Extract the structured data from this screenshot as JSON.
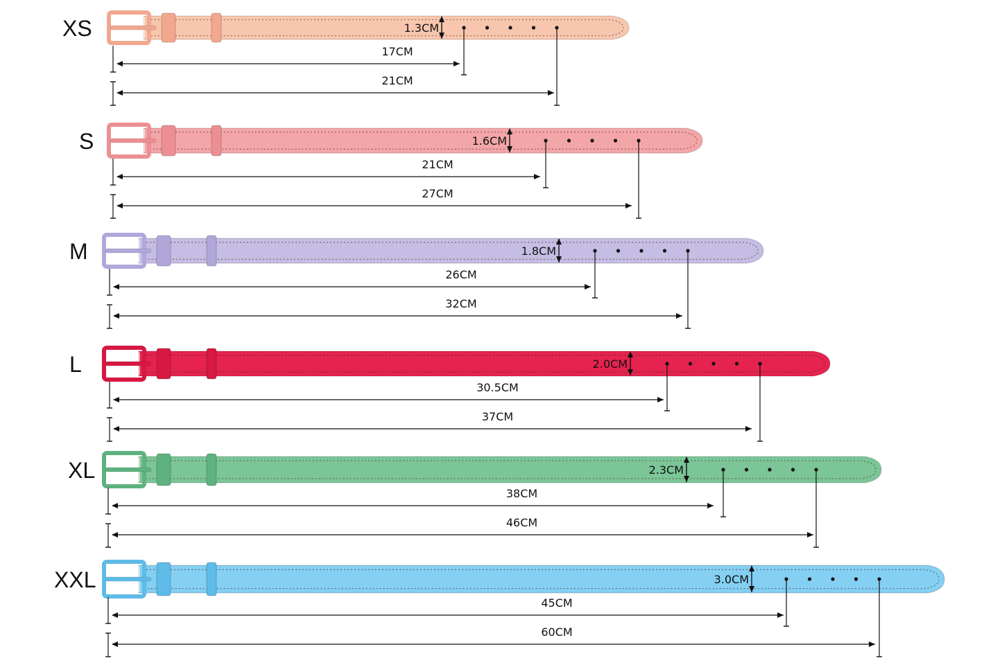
{
  "belts": [
    {
      "size": "XS",
      "color": "#f8c6ae",
      "buckle_color": "#f1a88e",
      "width_label": "1.3CM",
      "short_label": "17CM",
      "long_label": "21CM"
    },
    {
      "size": "S",
      "color": "#f3a6a8",
      "buckle_color": "#ec8f93",
      "width_label": "1.6CM",
      "short_label": "21CM",
      "long_label": "27CM"
    },
    {
      "size": "M",
      "color": "#c5bde3",
      "buckle_color": "#b1a7da",
      "width_label": "1.8CM",
      "short_label": "26CM",
      "long_label": "32CM"
    },
    {
      "size": "L",
      "color": "#e5234e",
      "buckle_color": "#d61842",
      "width_label": "2.0CM",
      "short_label": "30.5CM",
      "long_label": "37CM"
    },
    {
      "size": "XL",
      "color": "#7bc596",
      "buckle_color": "#5eb27f",
      "width_label": "2.3CM",
      "short_label": "38CM",
      "long_label": "46CM"
    },
    {
      "size": "XXL",
      "color": "#84cff2",
      "buckle_color": "#5fbbe8",
      "width_label": "3.0CM",
      "short_label": "45CM",
      "long_label": "60CM"
    }
  ]
}
